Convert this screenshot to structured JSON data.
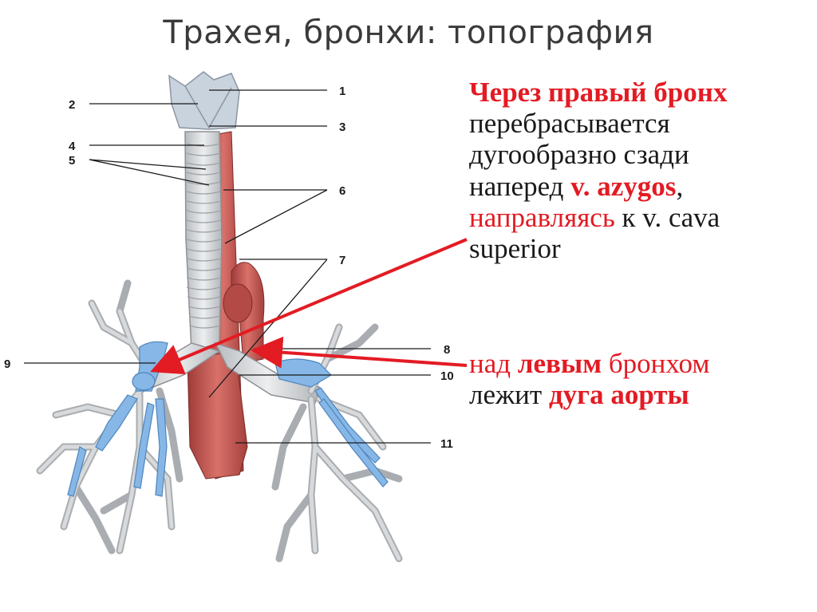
{
  "title": "Трахея, бронхи: топография",
  "figure_labels": [
    "1",
    "2",
    "3",
    "4",
    "5",
    "6",
    "7",
    "8",
    "9",
    "10",
    "11"
  ],
  "callout1": {
    "line1": "Через правый бронх",
    "line2": "перебрасывается",
    "line3": "дугообразно сзади",
    "line4_a": "наперед ",
    "line4_b": "v. azygos",
    "line4_c": ",",
    "line5_a": "направляясь",
    "line5_b": " к v. cava",
    "line6": "superior"
  },
  "callout2": {
    "line1_a": "над ",
    "line1_b": "левым",
    "line1_c": " бронхом",
    "line2_a": "лежит ",
    "line2_b": "дуга аорты"
  },
  "colors": {
    "accent_red": "#e31b23",
    "trachea": "#d9dbdd",
    "vessel_red": "#c0504d",
    "vein_blue": "#7fb2e0"
  }
}
